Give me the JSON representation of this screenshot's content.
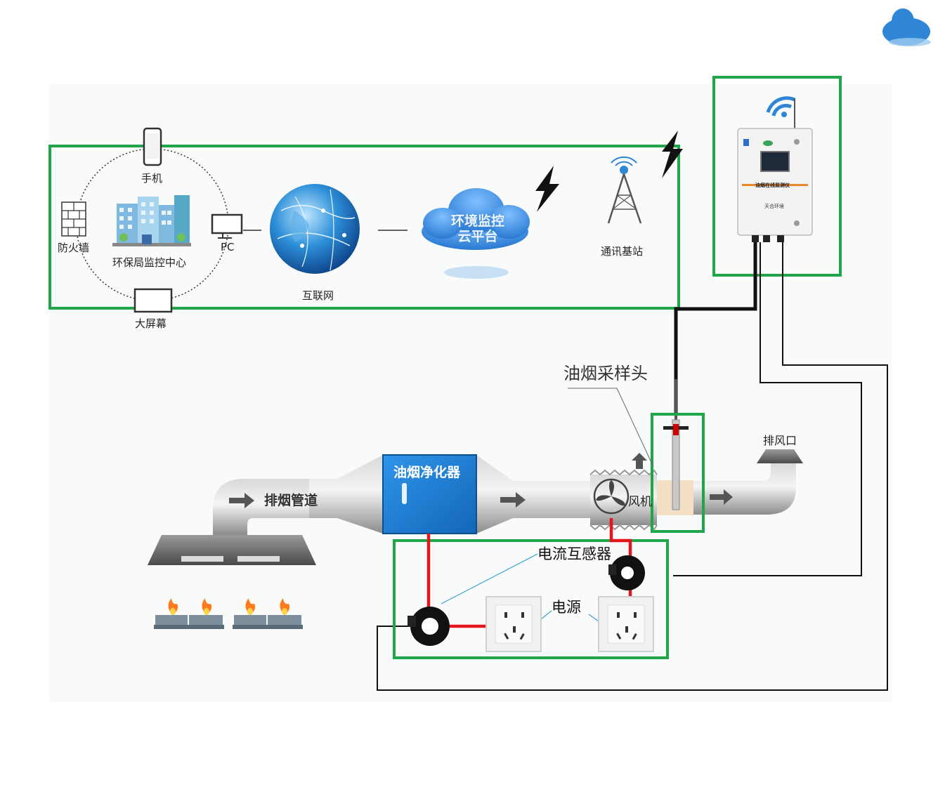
{
  "network": {
    "phone": "手机",
    "firewall": "防火墙",
    "env_center": "环保局监控中心",
    "pc": "PC",
    "big_screen": "大屏幕",
    "internet": "互联网",
    "cloud_line1": "环境监控",
    "cloud_line2": "云平台",
    "base_station": "通讯基站"
  },
  "device": {
    "name": "油烟在线监测仪",
    "brand": "天合环境"
  },
  "process": {
    "sampler": "油烟采样头",
    "outlet": "排风口",
    "duct": "排烟管道",
    "purifier": "油烟净化器",
    "fan": "风机",
    "ct": "电流互感器",
    "power": "电源"
  },
  "colors": {
    "highlight_box": "#1fa64a",
    "power_wire": "#e3161b",
    "signal_wire": "#111111",
    "purifier_blue": "#1c7fd6",
    "duct_gray": "#a8a8a8"
  }
}
